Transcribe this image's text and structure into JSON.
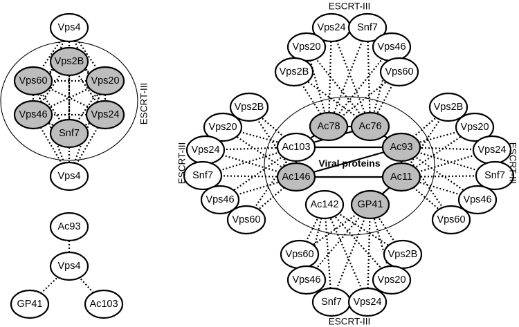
{
  "colors": {
    "shaded_node": "#bdbdbd",
    "plain_node": "#ffffff",
    "line": "#000000"
  },
  "group_labels": {
    "left_top": "ESCRT-III",
    "right_top": "ESCRT-III",
    "right_left": "ESCRT-III",
    "right_right": "ESCRT-III",
    "right_bottom": "ESCRT-III",
    "viral": "Viral proteins"
  },
  "nodes": {
    "lt_vps4_top": "Vps4",
    "lt_vps2b": "Vps2B",
    "lt_vps60": "Vps60",
    "lt_vps20": "Vps20",
    "lt_vps46": "Vps46",
    "lt_vps24": "Vps24",
    "lt_snf7": "Snf7",
    "lt_vps4_bottom": "Vps4",
    "lb_ac93": "Ac93",
    "lb_vps4": "Vps4",
    "lb_gp41": "GP41",
    "lb_ac103": "Ac103",
    "t_vps24": "Vps24",
    "t_snf7": "Snf7",
    "t_vps20": "Vps20",
    "t_vps46": "Vps46",
    "t_vps2b": "Vps2B",
    "t_vps60": "Vps60",
    "l_vps2b": "Vps2B",
    "l_vps20": "Vps20",
    "l_vps24": "Vps24",
    "l_snf7": "Snf7",
    "l_vps46": "Vps46",
    "l_vps60": "Vps60",
    "r_vps2b": "Vps2B",
    "r_vps20": "Vps20",
    "r_vps24": "Vps24",
    "r_snf7": "Snf7",
    "r_vps46": "Vps46",
    "r_vps60": "Vps60",
    "b_vps60": "Vps60",
    "b_vps2b": "Vps2B",
    "b_vps46": "Vps46",
    "b_vps20": "Vps20",
    "b_snf7": "Snf7",
    "b_vps24": "Vps24",
    "v_ac78": "Ac78",
    "v_ac76": "Ac76",
    "v_ac103": "Ac103",
    "v_ac93": "Ac93",
    "v_ac146": "Ac146",
    "v_ac11": "Ac11",
    "v_ac142": "Ac142",
    "v_gp41": "GP41"
  }
}
